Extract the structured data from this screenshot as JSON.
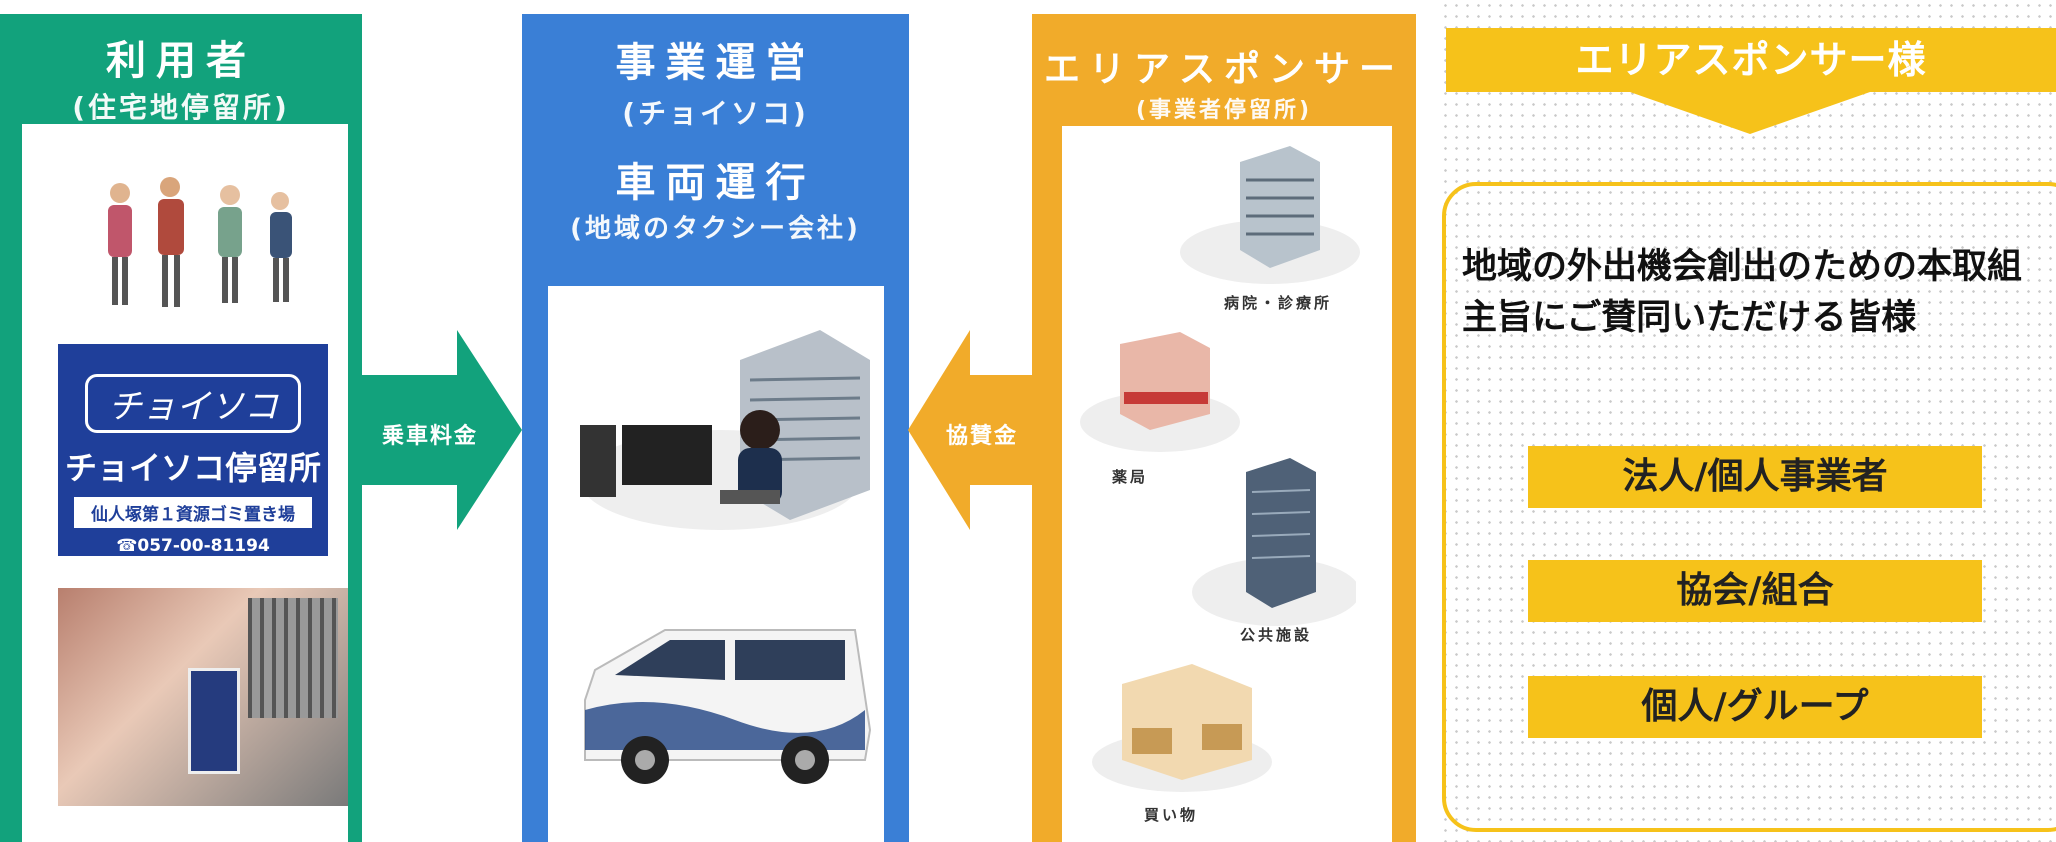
{
  "user_column": {
    "title": "利用者",
    "subtitle": "(住宅地停留所)",
    "sign_logo": "チョイソコ",
    "sign_title": "チョイソコ停留所",
    "sign_stop": "仙人塚第１資源ゴミ置き場",
    "sign_phone": "☎057-00-81194"
  },
  "operator_column": {
    "title": "事業運営",
    "subtitle": "(チョイソコ)",
    "title2": "車両運行",
    "subtitle2": "(地域のタクシー会社)"
  },
  "sponsor_column": {
    "title": "エリアスポンサー",
    "subtitle": "(事業者停留所)",
    "places": [
      "病院・診療所",
      "薬局",
      "公共施設",
      "買い物"
    ]
  },
  "arrows": {
    "fare": "乗車料金",
    "sponsor_fee": "協賛金"
  },
  "sponsor_panel": {
    "title": "エリアスポンサー様",
    "description": "地域の外出機会創出のための本取組主旨にご賛同いただける皆様",
    "items": [
      "法人/個人事業者",
      "協会/組合",
      "個人/グループ"
    ]
  },
  "colors": {
    "user": "#12a27c",
    "operator": "#3a7fd6",
    "sponsor": "#f1ab2a",
    "panel": "#f6c21a"
  }
}
